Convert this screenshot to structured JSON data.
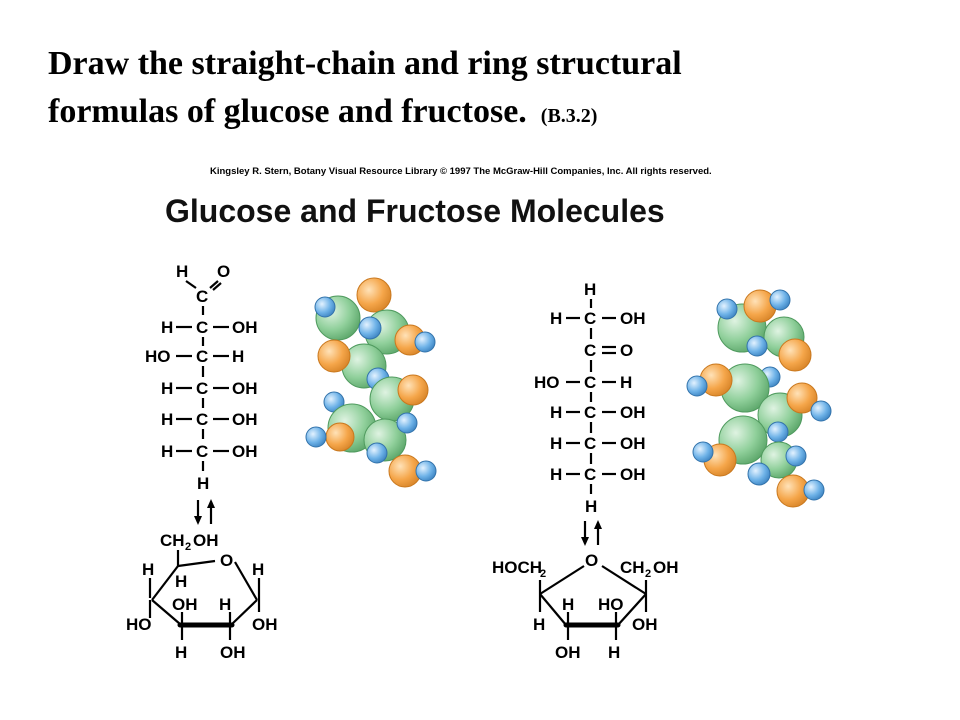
{
  "heading": {
    "line1": "Draw the straight-chain and ring structural",
    "line2": "formulas of glucose and fructose.",
    "reference": "(B.3.2)"
  },
  "figure": {
    "credit": "Kingsley R. Stern, Botany Visual Resource Library © 1997 The McGraw-Hill Companies, Inc. All rights reserved.",
    "title": "Glucose and Fructose Molecules"
  },
  "atoms": {
    "H": "H",
    "O": "O",
    "C": "C",
    "OH": "OH",
    "HO": "HO",
    "CH": "CH",
    "sub2": "2",
    "HOCH": "HOCH"
  },
  "colors": {
    "carbon": "#8fcf9a",
    "oxygen": "#f5a64a",
    "hydrogen": "#6fb3e8"
  }
}
